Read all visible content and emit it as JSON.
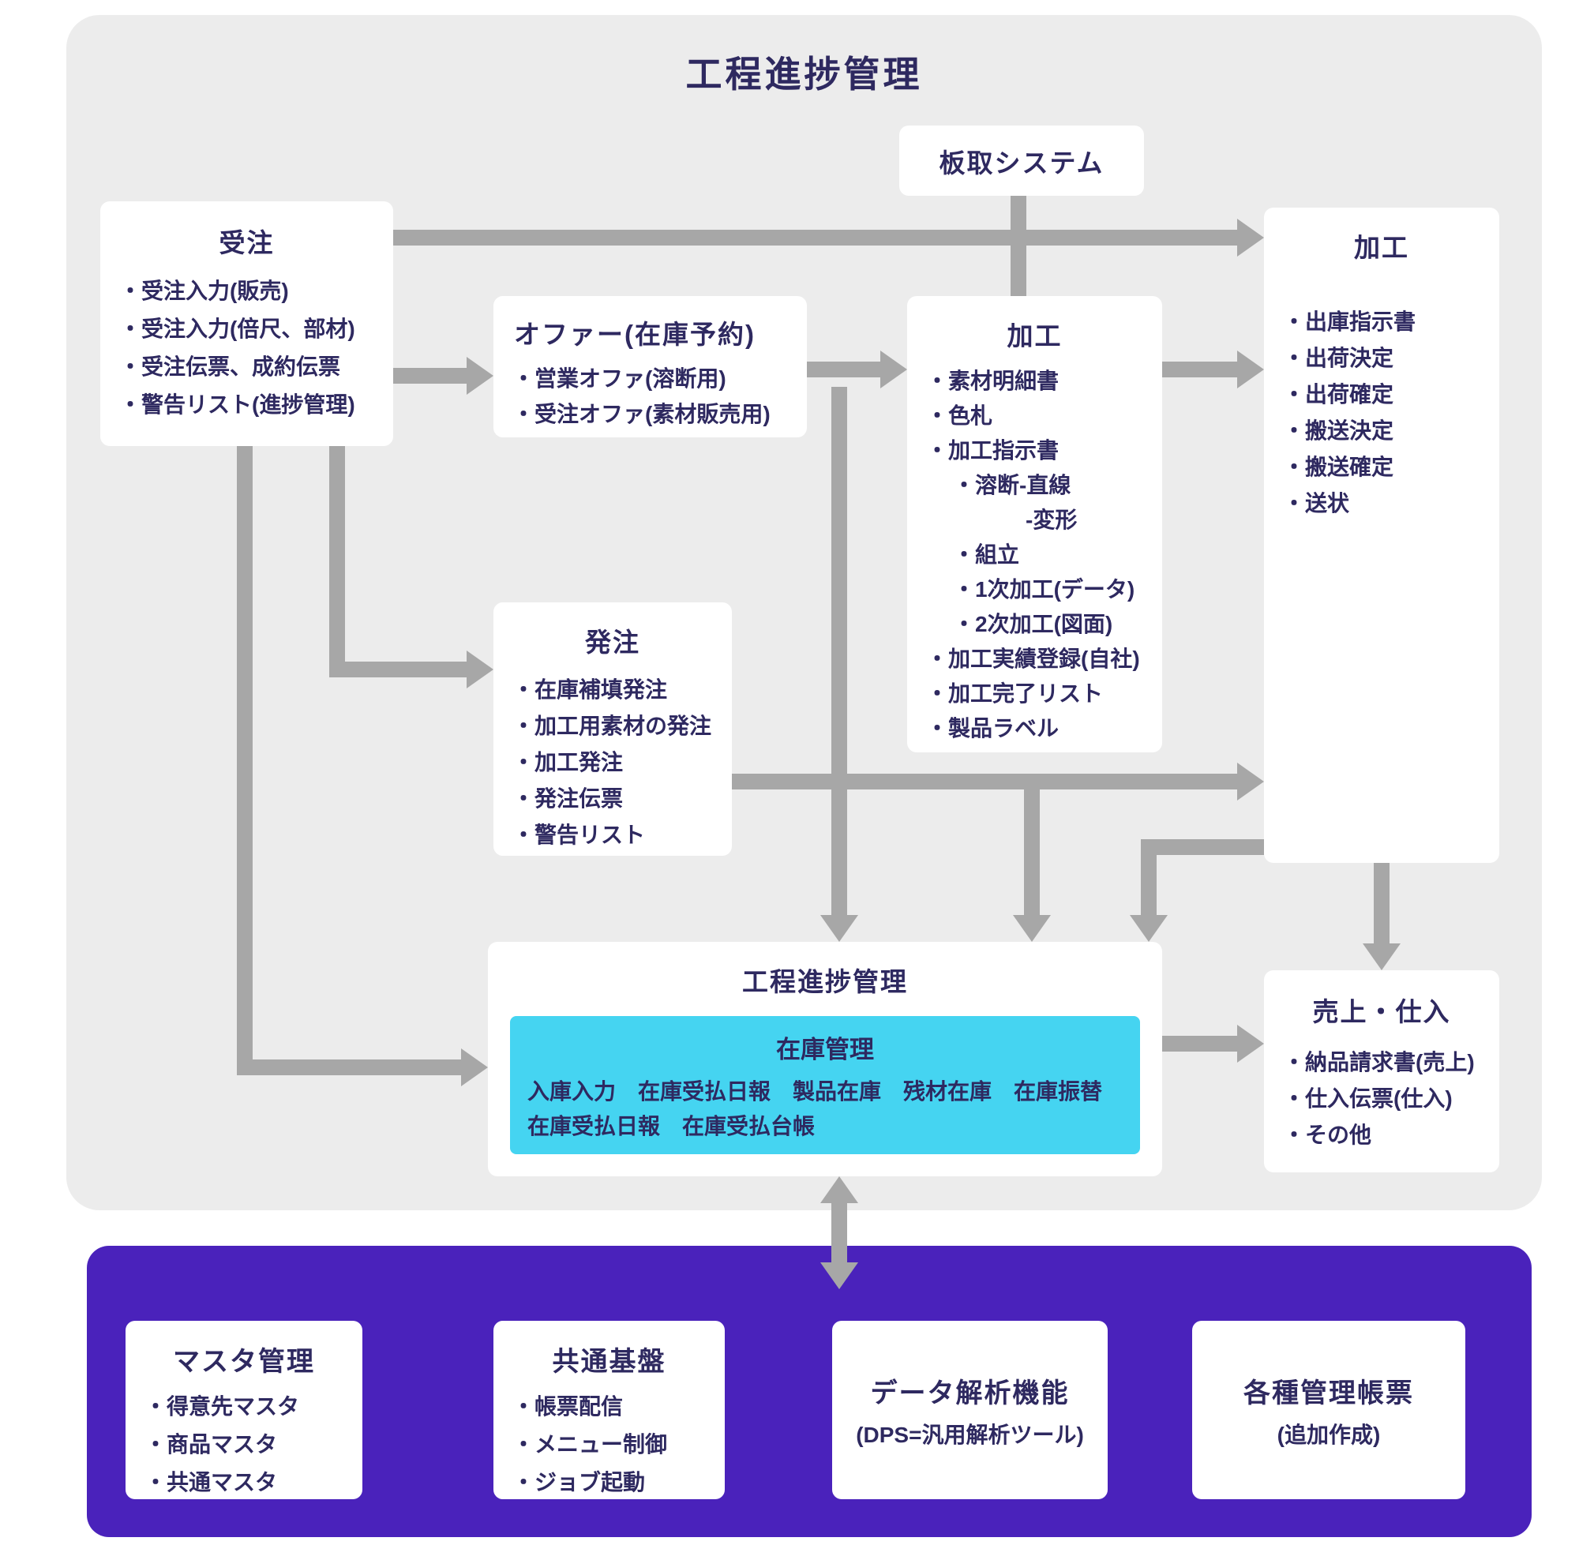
{
  "page": {
    "title": "工程進捗管理"
  },
  "colors": {
    "text": "#2e2960",
    "panel_gray": "#ececec",
    "panel_purple": "#4a22bb",
    "arrow_gray": "#a7a7a7",
    "inventory_cyan": "#45d4f1",
    "box_white": "#ffffff"
  },
  "boxes": {
    "itadori": {
      "title": "板取システム"
    },
    "orders": {
      "title": "受注",
      "items": [
        "・受注入力(販売)",
        "・受注入力(倍尺、部材)",
        "・受注伝票、成約伝票",
        "・警告リスト(進捗管理)"
      ]
    },
    "offer": {
      "title": "オファー(在庫予約)",
      "items": [
        "・営業オファ(溶断用)",
        "・受注オファ(素材販売用)"
      ]
    },
    "processing_center": {
      "title": "加工",
      "items": [
        "・素材明細書",
        "・色札",
        "・加工指示書",
        "・溶断-直線",
        "-変形",
        "・組立",
        "・1次加工(データ)",
        "・2次加工(図面)",
        "・加工実績登録(自社)",
        "・加工完了リスト",
        "・製品ラベル"
      ]
    },
    "processing_right": {
      "title": "加工",
      "items": [
        "・出庫指示書",
        "・出荷決定",
        "・出荷確定",
        "・搬送決定",
        "・搬送確定",
        "・送状"
      ]
    },
    "purchase_orders": {
      "title": "発注",
      "items": [
        "・在庫補填発注",
        "・加工用素材の発注",
        "・加工発注",
        "・発注伝票",
        "・警告リスト"
      ]
    },
    "process_progress": {
      "title": "工程進捗管理",
      "inventory": {
        "title": "在庫管理",
        "line1": "入庫入力　在庫受払日報　製品在庫　残材在庫　在庫振替",
        "line2": "在庫受払日報　在庫受払台帳"
      }
    },
    "sales_purchase": {
      "title": "売上・仕入",
      "items": [
        "・納品請求書(売上)",
        "・仕入伝票(仕入)",
        "・その他"
      ]
    }
  },
  "foundation": {
    "master": {
      "title": "マスタ管理",
      "items": [
        "・得意先マスタ",
        "・商品マスタ",
        "・共通マスタ"
      ]
    },
    "common": {
      "title": "共通基盤",
      "items": [
        "・帳票配信",
        "・メニュー制御",
        "・ジョブ起動"
      ]
    },
    "analysis": {
      "title": "データ解析機能",
      "subtitle": "(DPS=汎用解析ツール)"
    },
    "reports": {
      "title": "各種管理帳票",
      "subtitle": "(追加作成)"
    }
  }
}
